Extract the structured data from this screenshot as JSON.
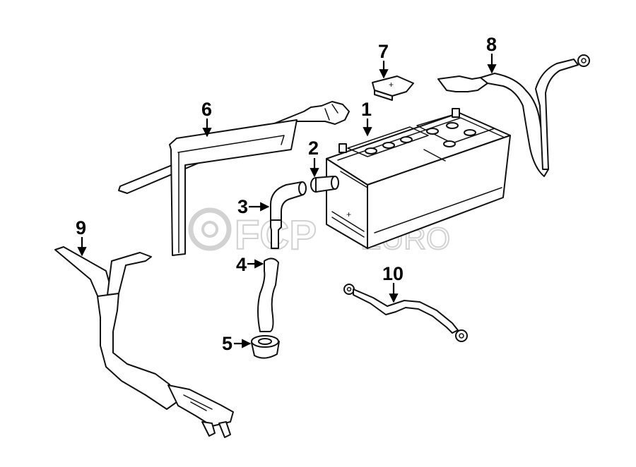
{
  "watermark": {
    "brand": "FCP",
    "suffix": "EURO"
  },
  "callouts": {
    "c1": "1",
    "c2": "2",
    "c3": "3",
    "c4": "4",
    "c5": "5",
    "c6": "6",
    "c7": "7",
    "c8": "8",
    "c9": "9",
    "c10": "10"
  },
  "battery": {
    "terminal_mark": "+"
  },
  "cap": {
    "mark": "+"
  },
  "colors": {
    "line": "#111111",
    "watermark": "#d2d2d2",
    "background": "#ffffff"
  }
}
